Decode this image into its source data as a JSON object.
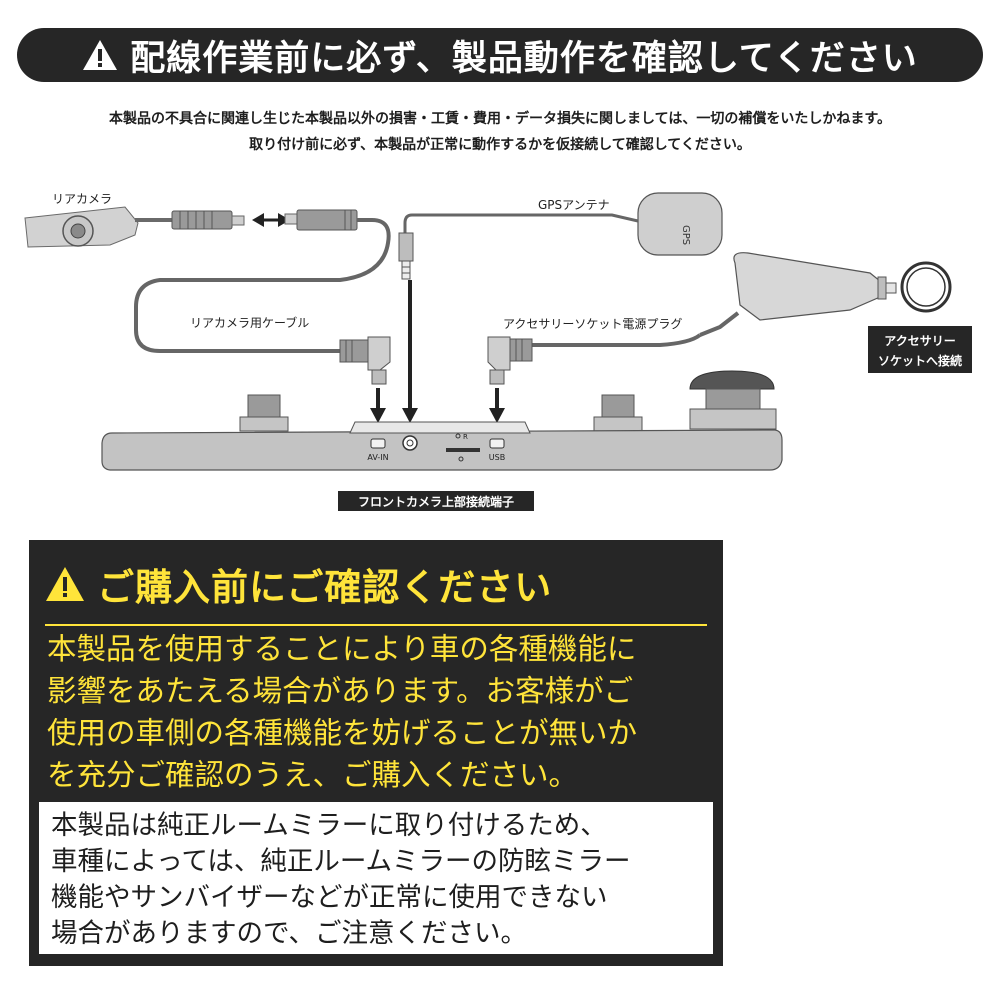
{
  "header": {
    "title": "配線作業前に必ず、製品動作を確認してください",
    "icon": "warning-triangle-icon"
  },
  "notice": {
    "line1": "本製品の不具合に関連し生じた本製品以外の損害・工賃・費用・データ損失に関しましては、一切の補償をいたしかねます。",
    "line2": "取り付け前に必ず、本製品が正常に動作するかを仮接続して確認してください。"
  },
  "diagram": {
    "labels": {
      "rear_camera": "リアカメラ",
      "rear_camera_cable": "リアカメラ用ケーブル",
      "gps_antenna": "GPSアンテナ",
      "gps_mark": "GPS",
      "accessory_plug": "アクセサリーソケット電源プラグ",
      "accessory_connect_line1": "アクセサリー",
      "accessory_connect_line2": "ソケットへ接続",
      "port_av_in": "AV-IN",
      "port_usb": "USB",
      "port_reset": "R",
      "front_camera_terminal": "フロントカメラ上部接続端子"
    }
  },
  "purchase": {
    "title": "ご購入前にご確認ください",
    "icon": "warning-triangle-icon",
    "colors": {
      "accent": "#ffe43a",
      "background": "#262626"
    },
    "body_lines": [
      "本製品を使用することにより車の各種機能に",
      "影響をあたえる場合があります。お客様がご",
      "使用の車側の各種機能を妨げることが無いか",
      "を充分ご確認のうえ、ご購入ください。"
    ],
    "note_lines": [
      "本製品は純正ルームミラーに取り付けるため、",
      "車種によっては、純正ルームミラーの防眩ミラー",
      "機能やサンバイザーなどが正常に使用できない",
      "場合がありますので、ご注意ください。"
    ]
  }
}
